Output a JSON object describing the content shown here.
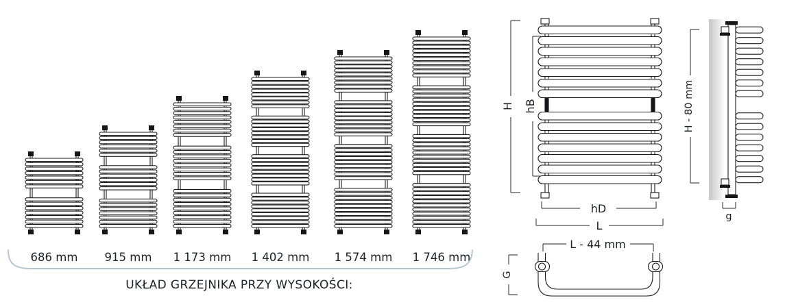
{
  "diagram_title": "UKŁAD GRZEJNIKA PRZY WYSOKOŚCI:",
  "colors": {
    "line": "#1b1b1d",
    "text": "#20222b",
    "accent_curve": "#b4c7d1",
    "wall_gradient_start": "#c6c6c6",
    "wall_gradient_end": "#fbfbfb"
  },
  "size_series": {
    "items": [
      {
        "label": "686 mm",
        "height_mm": 686,
        "tube_groups": [
          7,
          7
        ]
      },
      {
        "label": "915 mm",
        "height_mm": 915,
        "tube_groups": [
          6,
          6,
          7
        ]
      },
      {
        "label": "1 173 mm",
        "height_mm": 1173,
        "tube_groups": [
          8,
          8,
          9
        ]
      },
      {
        "label": "1 402 mm",
        "height_mm": 1402,
        "tube_groups": [
          8,
          8,
          8,
          9
        ]
      },
      {
        "label": "1 574 mm",
        "height_mm": 1574,
        "tube_groups": [
          9,
          9,
          9,
          10
        ]
      },
      {
        "label": "1 746 mm",
        "height_mm": 1746,
        "tube_groups": [
          10,
          10,
          10,
          11
        ]
      }
    ]
  },
  "front_view": {
    "tube_groups": [
      7,
      7
    ],
    "dim_height": "H",
    "dim_between": "hB",
    "dim_width_inner": "hD",
    "dim_width_total": "L"
  },
  "side_view": {
    "tube_groups": [
      7,
      7
    ],
    "dim_height": "H - 80 mm",
    "dim_depth": "g"
  },
  "bottom_view": {
    "dim_width": "L - 44 mm",
    "dim_depth": "G"
  }
}
